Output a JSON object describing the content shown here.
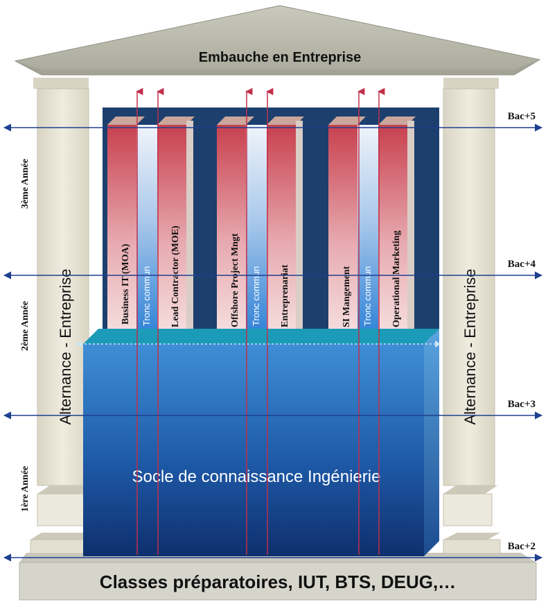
{
  "roof": {
    "label": "Embauche en Entreprise"
  },
  "base": {
    "label": "Classes préparatoires, IUT, BTS, DEUG,…"
  },
  "foundation": {
    "label": "Socle de connaissance Ingénierie"
  },
  "left_column": {
    "label": "Alternance - Entreprise"
  },
  "right_column": {
    "label": "Alternance - Entreprise"
  },
  "years": [
    "3ème Année",
    "2ème Année",
    "1ère Année"
  ],
  "levels": [
    "Bac+5",
    "Bac+4",
    "Bac+3",
    "Bac+2"
  ],
  "groups": [
    {
      "track_a": "Business IT (MOA)",
      "tronc": "Tronc commun",
      "track_b": "Lead Contractor (MOE)"
    },
    {
      "track_a": "Offshore Project Mngt",
      "tronc": "Tronc commun",
      "track_b": "Entreprenariat"
    },
    {
      "track_a": "SI Mangement",
      "tronc": "Tronc commun",
      "track_b": "Operational Marketing"
    }
  ],
  "colors": {
    "navy": "#1c3f6e",
    "arrow_blue": "#1f3f8f",
    "arrow_red": "#c0304a",
    "track_red": "#c8434f",
    "column_beige": "#e6e2d2",
    "roof_grey": "#b8b8aa"
  }
}
